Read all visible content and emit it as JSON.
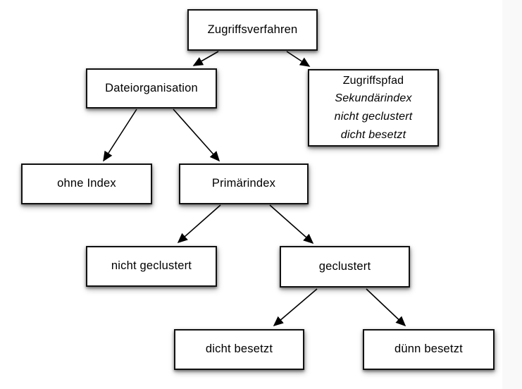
{
  "colors": {
    "background": "#ffffff",
    "node_fill": "#ffffff",
    "node_border": "#111111",
    "edge_stroke": "#000000"
  },
  "nodes": {
    "root": {
      "label": "Zugriffsverfahren"
    },
    "dateiorganisation": {
      "label": "Dateiorganisation"
    },
    "zugriffspfad": {
      "line1": "Zugriffspfad",
      "line2": "Sekundärindex",
      "line3": "nicht geclustert",
      "line4": "dicht besetzt"
    },
    "ohne_index": {
      "label": "ohne Index"
    },
    "primaerindex": {
      "label": "Primärindex"
    },
    "nicht_geclustert": {
      "label": "nicht geclustert"
    },
    "geclustert": {
      "label": "geclustert"
    },
    "dicht_besetzt": {
      "label": "dicht besetzt"
    },
    "duenn_besetzt": {
      "label": "dünn besetzt"
    }
  },
  "edges": [
    {
      "from": "Zugriffsverfahren",
      "to": "Dateiorganisation"
    },
    {
      "from": "Zugriffsverfahren",
      "to": "Zugriffspfad"
    },
    {
      "from": "Dateiorganisation",
      "to": "ohne Index"
    },
    {
      "from": "Dateiorganisation",
      "to": "Primärindex"
    },
    {
      "from": "Primärindex",
      "to": "nicht geclustert"
    },
    {
      "from": "Primärindex",
      "to": "geclustert"
    },
    {
      "from": "geclustert",
      "to": "dicht besetzt"
    },
    {
      "from": "geclustert",
      "to": "dünn besetzt"
    }
  ]
}
